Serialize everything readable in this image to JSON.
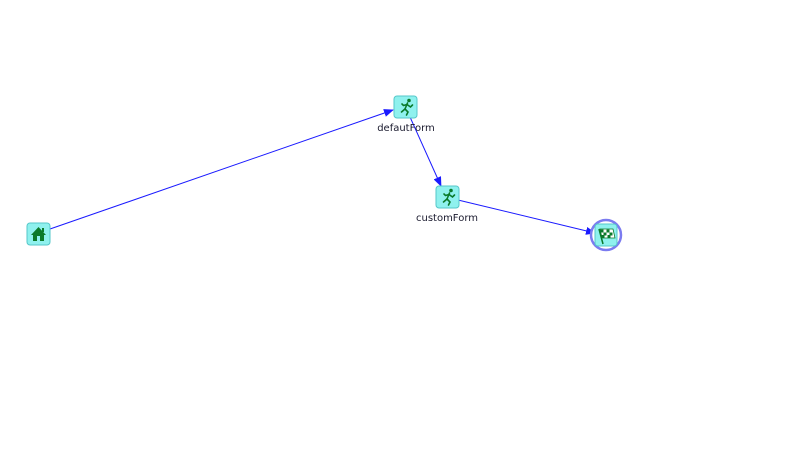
{
  "colors": {
    "edge": "#1a1aff",
    "node_fill": "#8ff1ee",
    "node_stroke": "#55c7c9",
    "icon": "#0a7a2a",
    "end_ring": "#7b7bf0"
  },
  "nodes": [
    {
      "id": "start",
      "icon": "home-icon",
      "label": ""
    },
    {
      "id": "defautForm",
      "icon": "running-person-icon",
      "label": "defautForm"
    },
    {
      "id": "customForm",
      "icon": "running-person-icon",
      "label": "customForm"
    },
    {
      "id": "end",
      "icon": "checkered-flag-icon",
      "label": ""
    }
  ],
  "edges": [
    {
      "from": "start",
      "to": "defautForm"
    },
    {
      "from": "defautForm",
      "to": "customForm"
    },
    {
      "from": "customForm",
      "to": "end"
    }
  ]
}
